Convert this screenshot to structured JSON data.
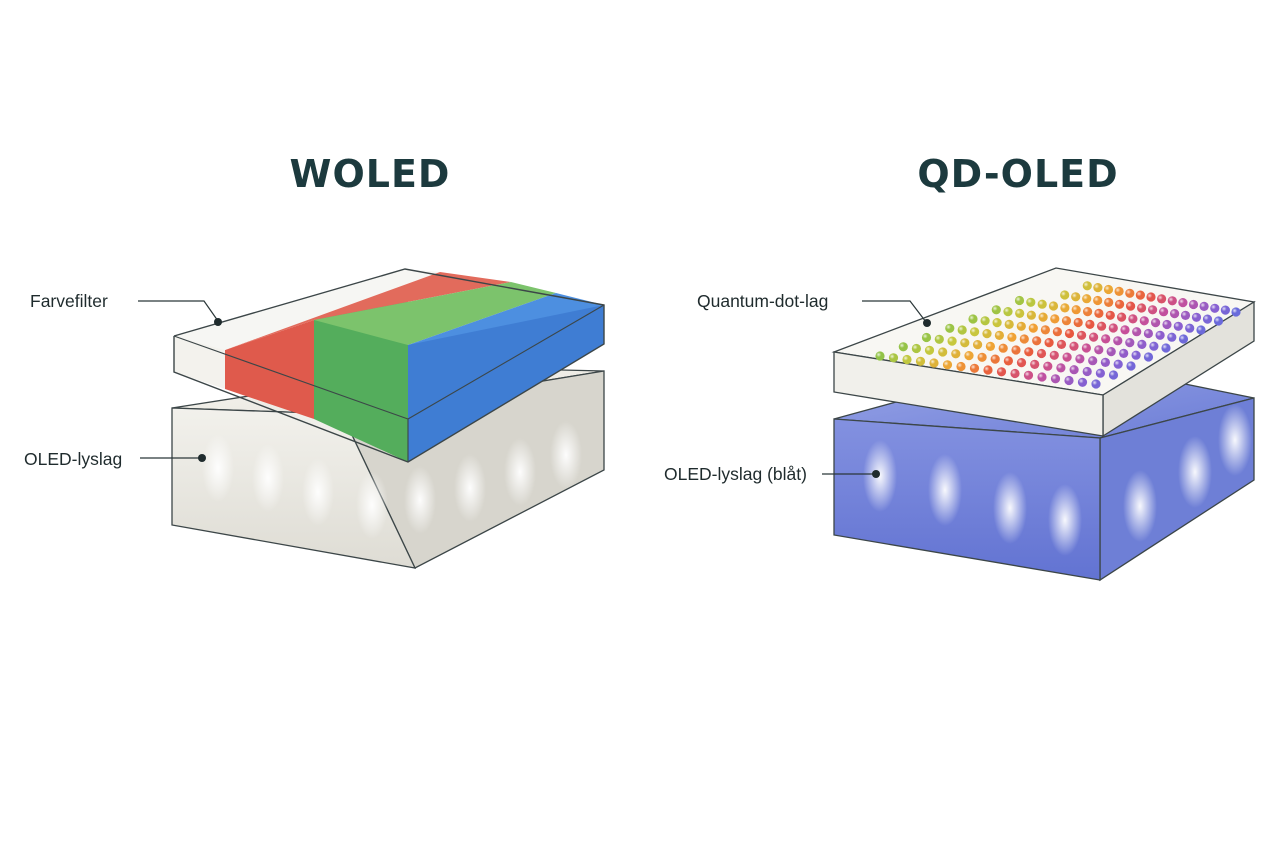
{
  "woled": {
    "title": "WOLED",
    "labels": {
      "color_filter": "Farvefilter",
      "oled_layer": "OLED-lyslag"
    },
    "colors": {
      "red": "#e0564a",
      "green": "#5fb560",
      "blue": "#3f7fd6",
      "white_layer": "#ecebe6"
    }
  },
  "qdoled": {
    "title": "QD-OLED",
    "labels": {
      "quantum_dot_layer": "Quantum-dot-lag",
      "oled_layer": "OLED-lyslag (blåt)"
    },
    "colors": {
      "blue_layer": "#6f7fd8",
      "dot_gradient": [
        "#7cc14b",
        "#c6c83e",
        "#f0a234",
        "#e8573f",
        "#c64f9a",
        "#8a5fd0",
        "#5b70e0"
      ]
    }
  },
  "text_color": "#1c3a3e"
}
